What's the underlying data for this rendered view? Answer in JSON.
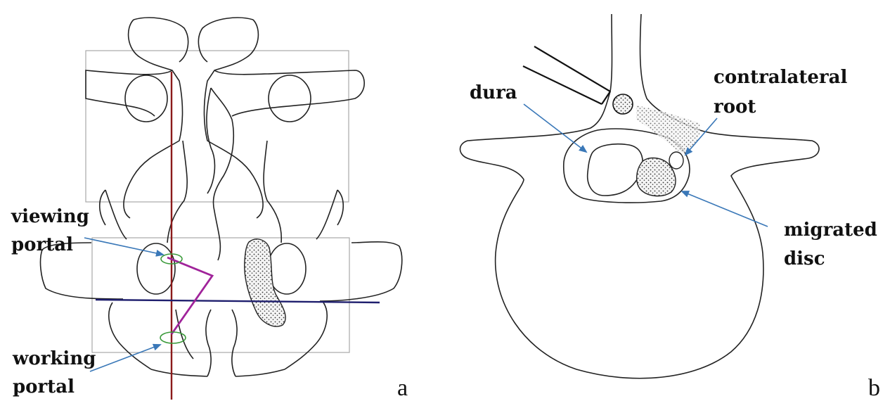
{
  "panels": {
    "a": {
      "label": "a",
      "annotations": {
        "viewing_portal": [
          "viewing",
          "portal"
        ],
        "working_portal": [
          "working",
          "portal"
        ]
      }
    },
    "b": {
      "label": "b",
      "annotations": {
        "dura": "dura",
        "contralateral_root": [
          "contralateral",
          "root"
        ],
        "migrated_disc": [
          "migrated",
          "disc"
        ]
      }
    }
  },
  "colors": {
    "vertical_line": "#8b1a1a",
    "horizontal_line": "#1f1f6e",
    "trajectory": "#a0239a",
    "portal_ellipse": "#3a9a3a",
    "arrow": "#3a78b8",
    "outline": "#222222",
    "box": "#a8a8a8"
  }
}
